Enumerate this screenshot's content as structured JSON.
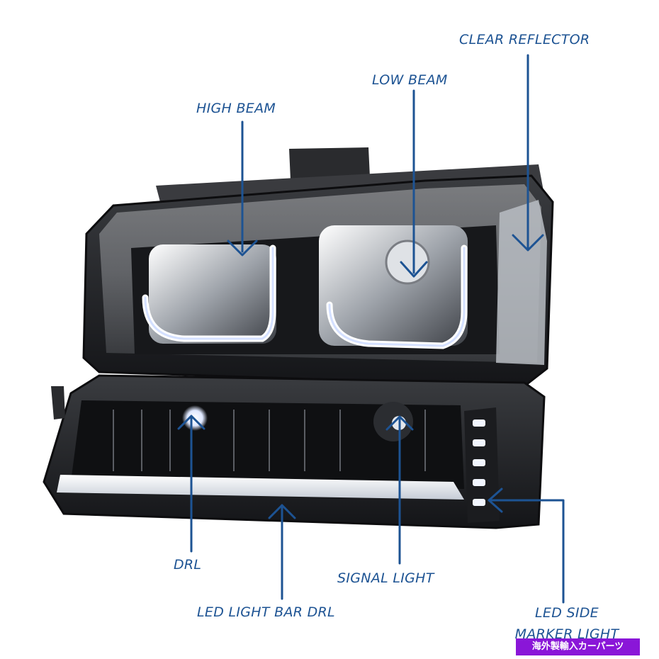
{
  "labels": {
    "high_beam": "HIGH BEAM",
    "low_beam": "LOW BEAM",
    "clear_reflector": "CLEAR REFLECTOR",
    "drl": "DRL",
    "led_light_bar_drl": "LED LIGHT BAR DRL",
    "signal_light": "SIGNAL LIGHT",
    "led_side_marker_light": "LED SIDE\nMARKER LIGHT"
  },
  "watermark": "海外製輸入カーパーツ",
  "colors": {
    "label": "#1d5393",
    "callout_line": "#1d5393",
    "watermark_bg": "#8a16d8",
    "housing": "#1e1f22",
    "led_glow": "#e9f1ff"
  }
}
